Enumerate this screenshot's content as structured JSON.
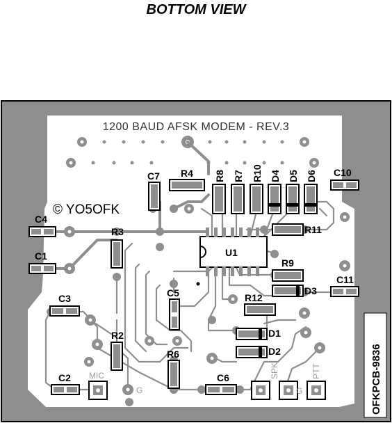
{
  "view_title": "BOTTOM VIEW",
  "board_title": "1200 BAUD AFSK MODEM - REV.3",
  "copyright": "© YO5OFK",
  "part_number": "OFKPCB-9836",
  "ic_label": "U1",
  "components": {
    "R2": "R2",
    "R3": "R3",
    "R4": "R4",
    "R6": "R6",
    "R7": "R7",
    "R8": "R8",
    "R9": "R9",
    "R10": "R10",
    "R11": "R11",
    "R12": "R12",
    "C1": "C1",
    "C2": "C2",
    "C3": "C3",
    "C4": "C4",
    "C5": "C5",
    "C6": "C6",
    "C7": "C7",
    "C10": "C10",
    "C11": "C11",
    "D1": "D1",
    "D2": "D2",
    "D3": "D3",
    "D4": "D4",
    "D5": "D5",
    "D6": "D6"
  },
  "connectors": {
    "mic": "MIC",
    "spk": "SPK",
    "ptt": "PTT",
    "ground": "G"
  },
  "colors": {
    "board": "#8e8e8e",
    "copper_fill": "#ffffff",
    "pad": "#ffffff",
    "silkscreen": "#000000"
  }
}
